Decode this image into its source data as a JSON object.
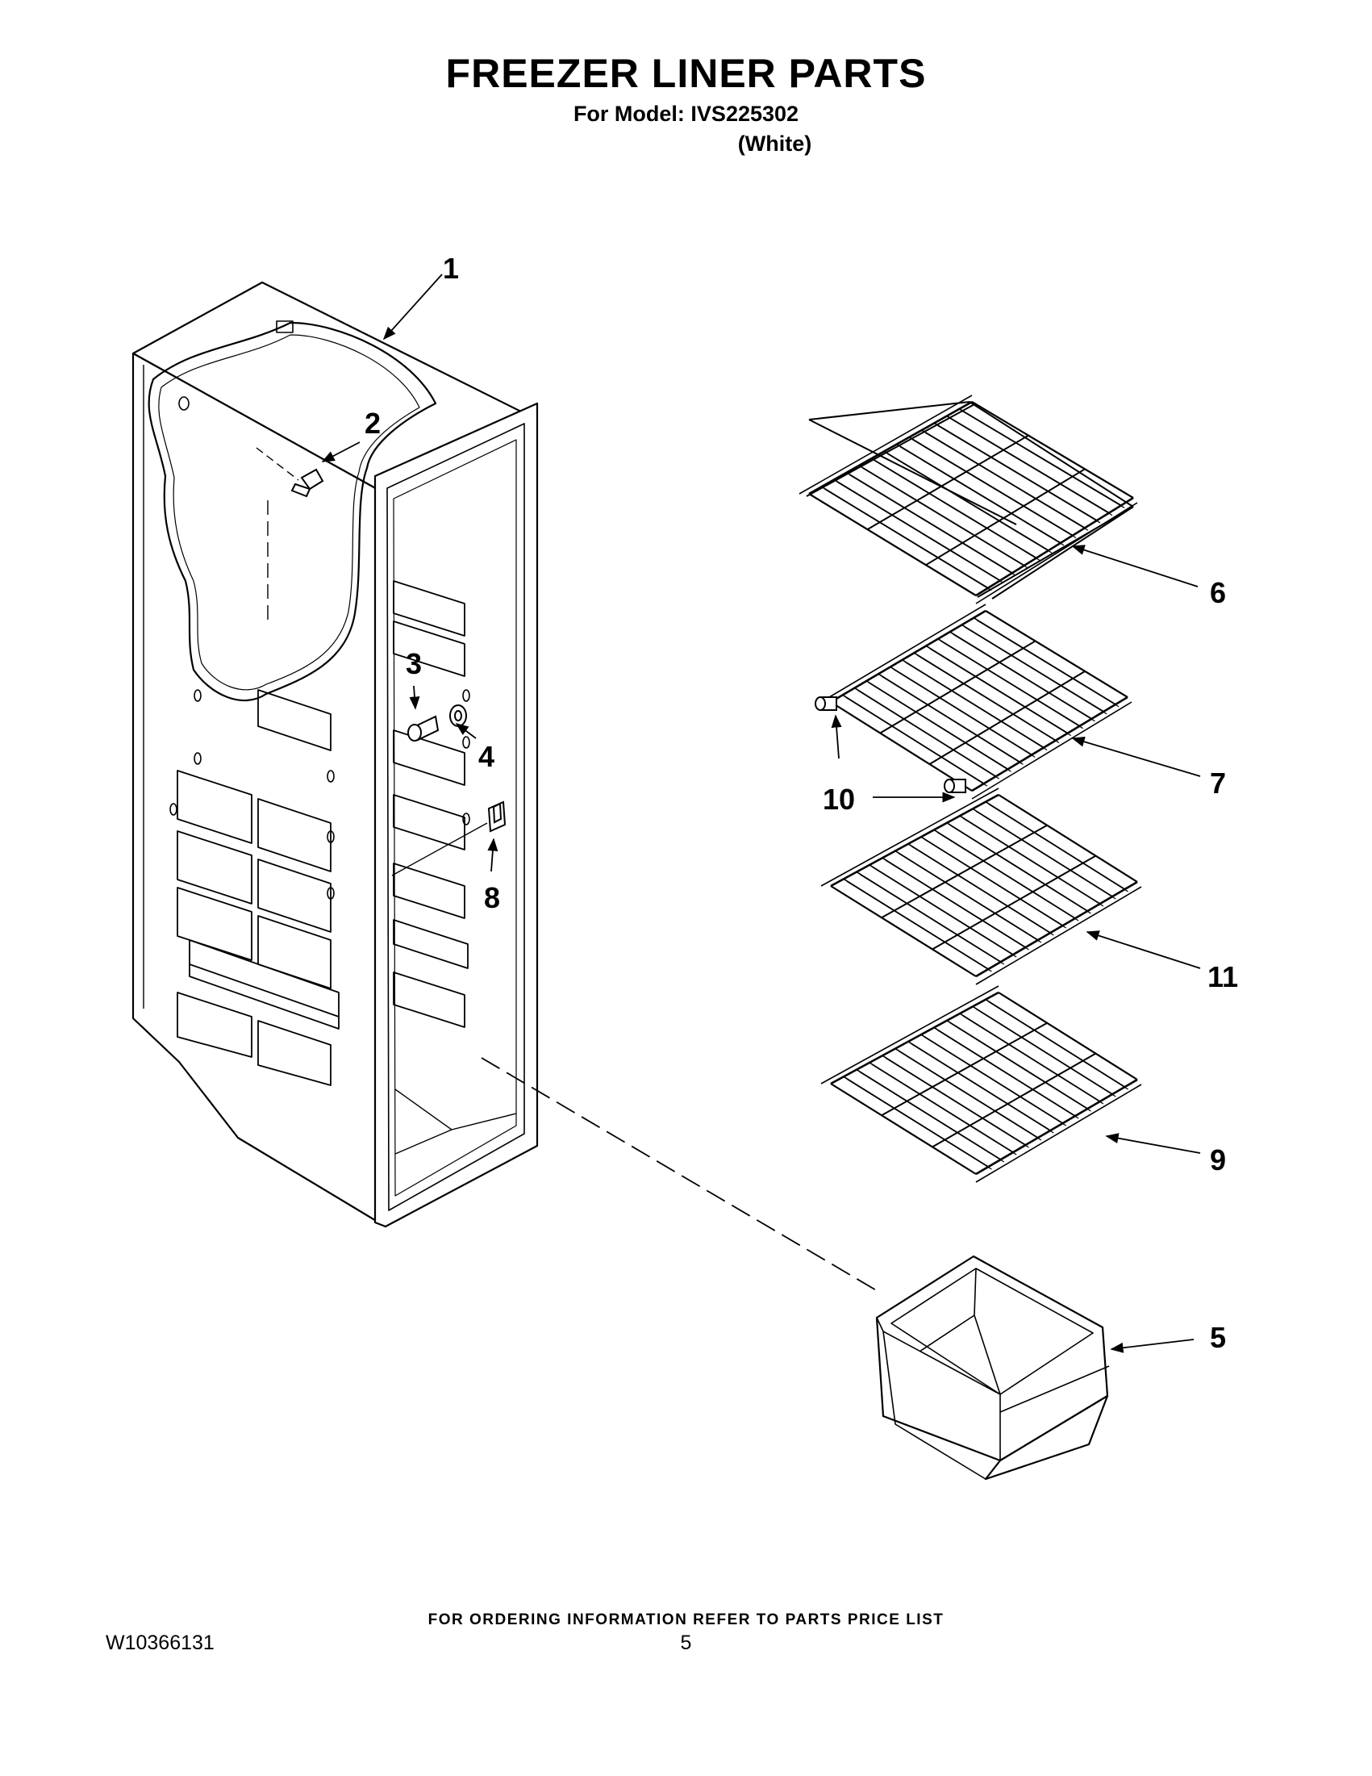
{
  "page": {
    "title": "FREEZER LINER PARTS",
    "model_line": "For Model: IVS225302",
    "color_line": "(White)",
    "footer_note": "FOR ORDERING INFORMATION REFER TO PARTS PRICE LIST",
    "document_number": "W10366131",
    "page_number": "5"
  },
  "callouts": {
    "c1": "1",
    "c2": "2",
    "c3": "3",
    "c4": "4",
    "c5": "5",
    "c6": "6",
    "c7": "7",
    "c8": "8",
    "c9": "9",
    "c10": "10",
    "c11": "11"
  },
  "colors": {
    "ink": "#000000",
    "paper": "#ffffff"
  }
}
